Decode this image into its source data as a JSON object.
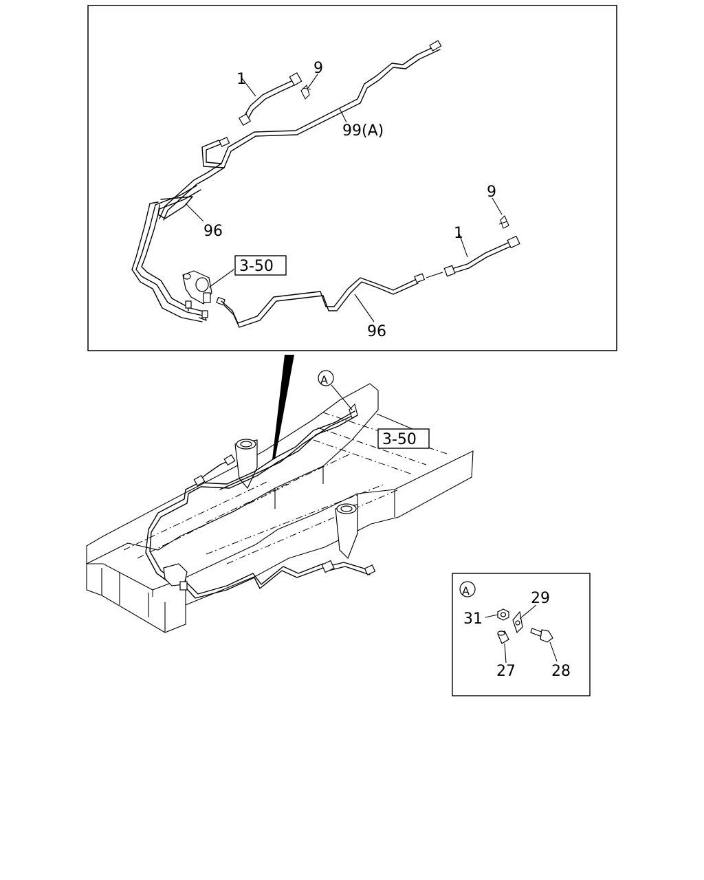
{
  "callouts": {
    "upper": {
      "hose_left": "1",
      "clip_left": "9",
      "pipe_a": "99(A)",
      "pipe_left": "96",
      "ref_box": "3-50",
      "clip_right": "9",
      "hose_right": "1",
      "pipe_right": "96"
    },
    "frame": {
      "detail_marker": "A",
      "ref_box": "3-50"
    },
    "detail": {
      "marker": "A",
      "nut": "31",
      "bracket": "29",
      "collar": "27",
      "bolt": "28"
    }
  }
}
